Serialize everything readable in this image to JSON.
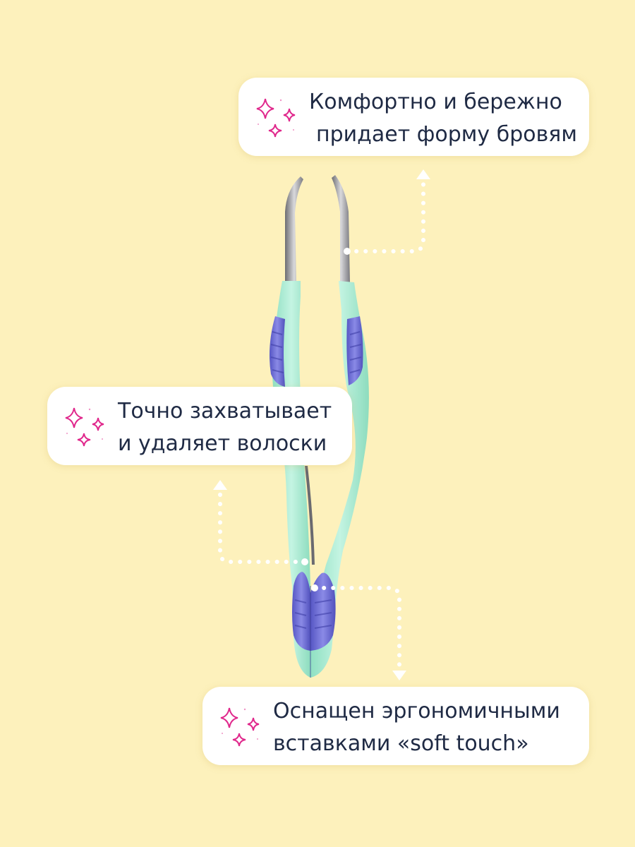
{
  "product": {
    "icon": "tweezers-illustration",
    "colors": {
      "body": "#a8ead0",
      "inserts": "#6f6fd6",
      "metal": "#9a9aa0"
    }
  },
  "callouts": [
    {
      "line1": "Комфортно и бережно",
      "line2": "придает форму бровям"
    },
    {
      "line1": "Точно захватывает",
      "line2": "и удаляет волоски"
    },
    {
      "line1": "Оснащен эргономичными",
      "line2": "вставками «soft touch»"
    }
  ],
  "accent_colors": {
    "background": "#fdf1bc",
    "sparkle": "#e0288c",
    "text": "#1f2a44"
  }
}
